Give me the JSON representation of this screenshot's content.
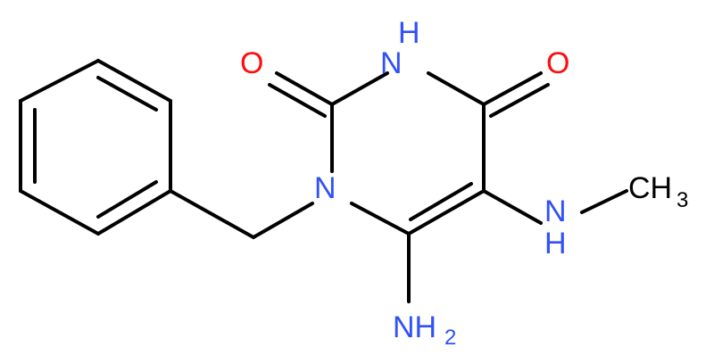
{
  "colors": {
    "bond": "#000000",
    "oxygen": "#ff0d0d",
    "nitrogen": "#3050f8",
    "carbon": "#000000",
    "background": "#ffffff"
  },
  "atoms": {
    "O1": "O",
    "O2": "O",
    "N_H_top": "N",
    "H_top": "H",
    "N1": "N",
    "N_methylamino": "N",
    "H_methylamino": "H",
    "C_methyl": "CH",
    "C_methyl_sub": "3",
    "N_amino": "NH",
    "N_amino_sub": "2"
  }
}
